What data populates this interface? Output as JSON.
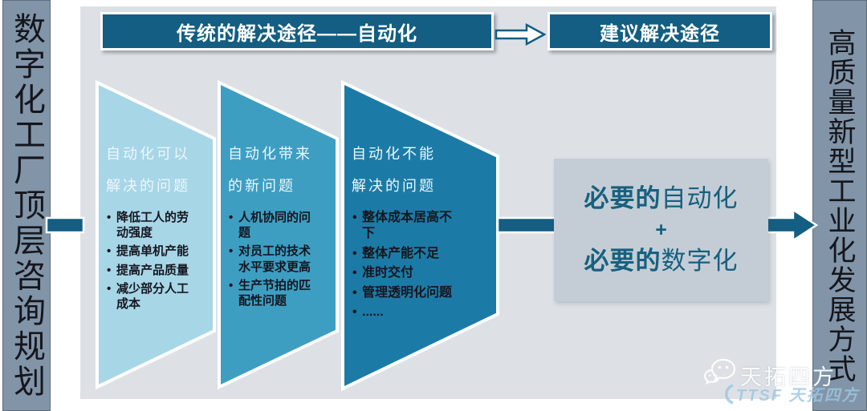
{
  "sidebars": {
    "left": {
      "text": "数字化工厂顶层咨询规划",
      "bg": "#8194a8"
    },
    "right": {
      "text": "高质量新型工业化发展方式",
      "bg": "#8194a8"
    }
  },
  "headers": {
    "traditional": {
      "label": "传统的解决途径——自动化",
      "bg": "#135e82"
    },
    "suggested": {
      "label": "建议解决途径",
      "bg": "#135e82"
    }
  },
  "chevrons": [
    {
      "title_line1": "自动化可以",
      "title_line2": "解决的问题",
      "color": "#a7d6e7",
      "bullets": [
        "降低工人的劳动强度",
        "提高单机产能",
        "提高产品质量",
        "减少部分人工成本"
      ]
    },
    {
      "title_line1": "自动化带来",
      "title_line2": "的新问题",
      "color": "#3d9ec2",
      "bullets": [
        "人机协同的问题",
        "对员工的技术水平要求更高",
        "生产节拍的匹配性问题"
      ]
    },
    {
      "title_line1": "自动化不能",
      "title_line2": "解决的问题",
      "color": "#1c7ba6",
      "bullets": [
        "整体成本居高不下",
        "整体产能不足",
        "准时交付",
        "管理透明化问题",
        "......"
      ]
    }
  ],
  "result_box": {
    "line1_emphasis": "必要的",
    "line1_rest": "自动化",
    "operator": "+",
    "line2_emphasis": "必要的",
    "line2_rest": "数字化",
    "bg": "#c4cdd6",
    "text_color": "#17607f"
  },
  "branding": {
    "wechat_name": "天拓四方",
    "watermark": "TTSF 天拓四方"
  },
  "colors": {
    "panel_bg": "#dde1e6",
    "connector": "#135e82",
    "header_bg": "#135e82",
    "bullet_text": "#16161f",
    "chevron_title_text": "#ecf7fb"
  }
}
